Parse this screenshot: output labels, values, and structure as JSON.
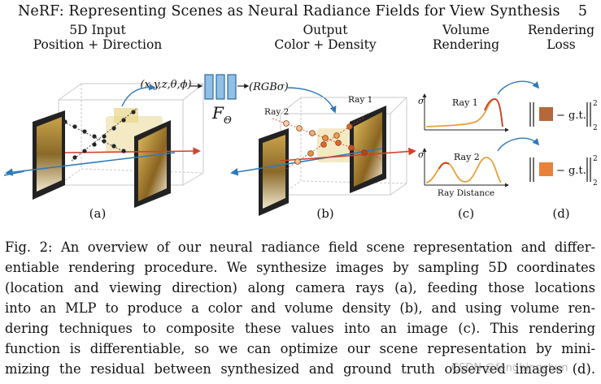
{
  "header": {
    "running_title": "NeRF: Representing Scenes as Neural Radiance Fields for View Synthesis",
    "page_number": "5"
  },
  "figure": {
    "panel_a": {
      "title_line1": "5D Input",
      "title_line2": "Position + Direction",
      "input_label": "(x,y,z,θ,ϕ)",
      "sublabel": "(a)"
    },
    "network": {
      "symbol": "F",
      "subscript": "Θ",
      "output_label": "(RGBσ)"
    },
    "panel_b": {
      "title_line1": "Output",
      "title_line2": "Color + Density",
      "ray1": "Ray 1",
      "ray2": "Ray 2",
      "sublabel": "(b)"
    },
    "panel_c": {
      "title_line1": "Volume",
      "title_line2": "Rendering",
      "ray1": "Ray 1",
      "ray2": "Ray 2",
      "sigma_label": "σ",
      "axis_label": "Ray Distance",
      "sublabel": "(c)"
    },
    "panel_d": {
      "title_line1": "Rendering",
      "title_line2": "Loss",
      "gt_label": "− g.t.",
      "exponent": "2",
      "subscript": "2",
      "sublabel": "(d)"
    },
    "colors": {
      "ray_red": "#d2422a",
      "ray_blue": "#2f7ab8",
      "mlp_blue": "#3a86c8",
      "swatch_brown": "#b5683a",
      "swatch_orange": "#e8823b",
      "curve_orange": "#e89a3a",
      "curve_red": "#c8402a"
    }
  },
  "caption": {
    "lines": [
      "Fig. 2: An overview of our neural radiance field scene representation and differ-",
      "entiable rendering procedure. We synthesize images by sampling 5D coordinates",
      "(location and viewing direction) along camera rays (a), feeding those locations",
      "into an MLP to produce a color and volume density (b), and using volume ren-",
      "dering techniques to composite these values into an image (c). This rendering",
      "function is differentiable, so we can optimize our scene representation by mini-",
      "mizing the residual between synthesized and ground truth observed images (d)."
    ]
  },
  "watermark": "CSDN @fengbingchun"
}
